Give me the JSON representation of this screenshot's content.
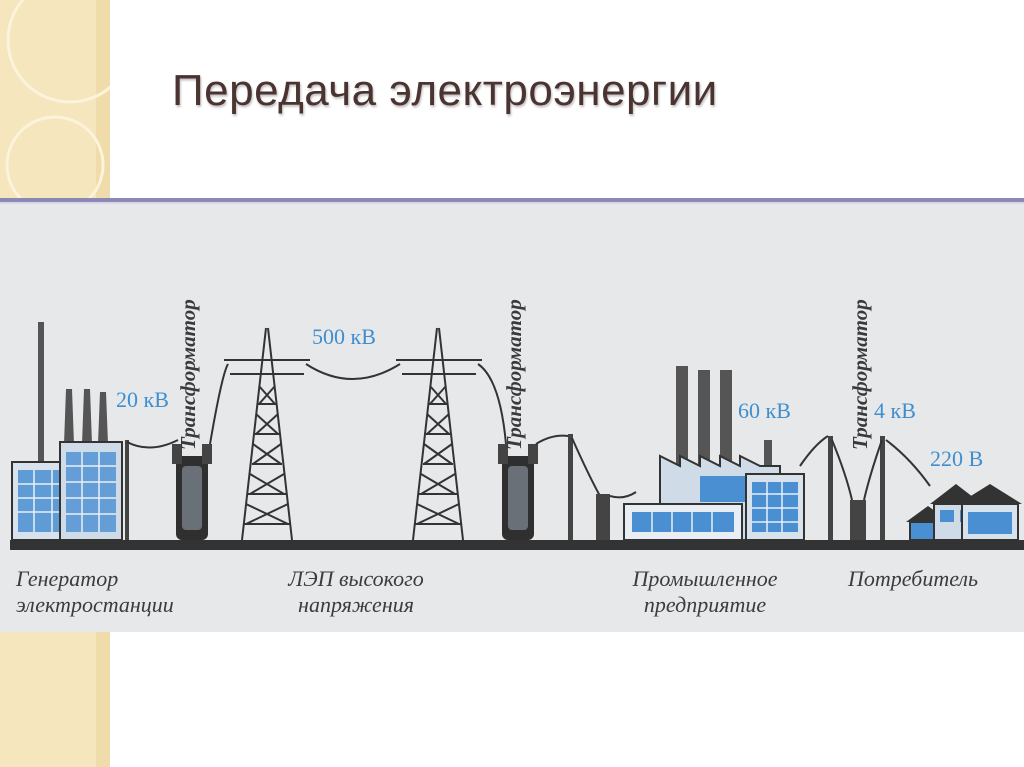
{
  "slide": {
    "title": "Передача электроэнергии"
  },
  "diagram": {
    "transformer_label": "Трансформатор",
    "voltages": {
      "generator": "20 кВ",
      "line": "500 кВ",
      "industrial": "60 кВ",
      "local": "4 кВ",
      "consumer": "220 В"
    },
    "stations": {
      "generator_line1": "Генератор",
      "generator_line2": "электростанции",
      "line_line1": "ЛЭП высокого",
      "line_line2": "напряжения",
      "industry_line1": "Промышленное",
      "industry_line2": "предприятие",
      "consumer": "Потребитель"
    },
    "colors": {
      "voltage_text": "#3f8fd0",
      "building_blue": "#4a8fd2",
      "ground": "#333333",
      "rule": "#8c88b6"
    }
  }
}
